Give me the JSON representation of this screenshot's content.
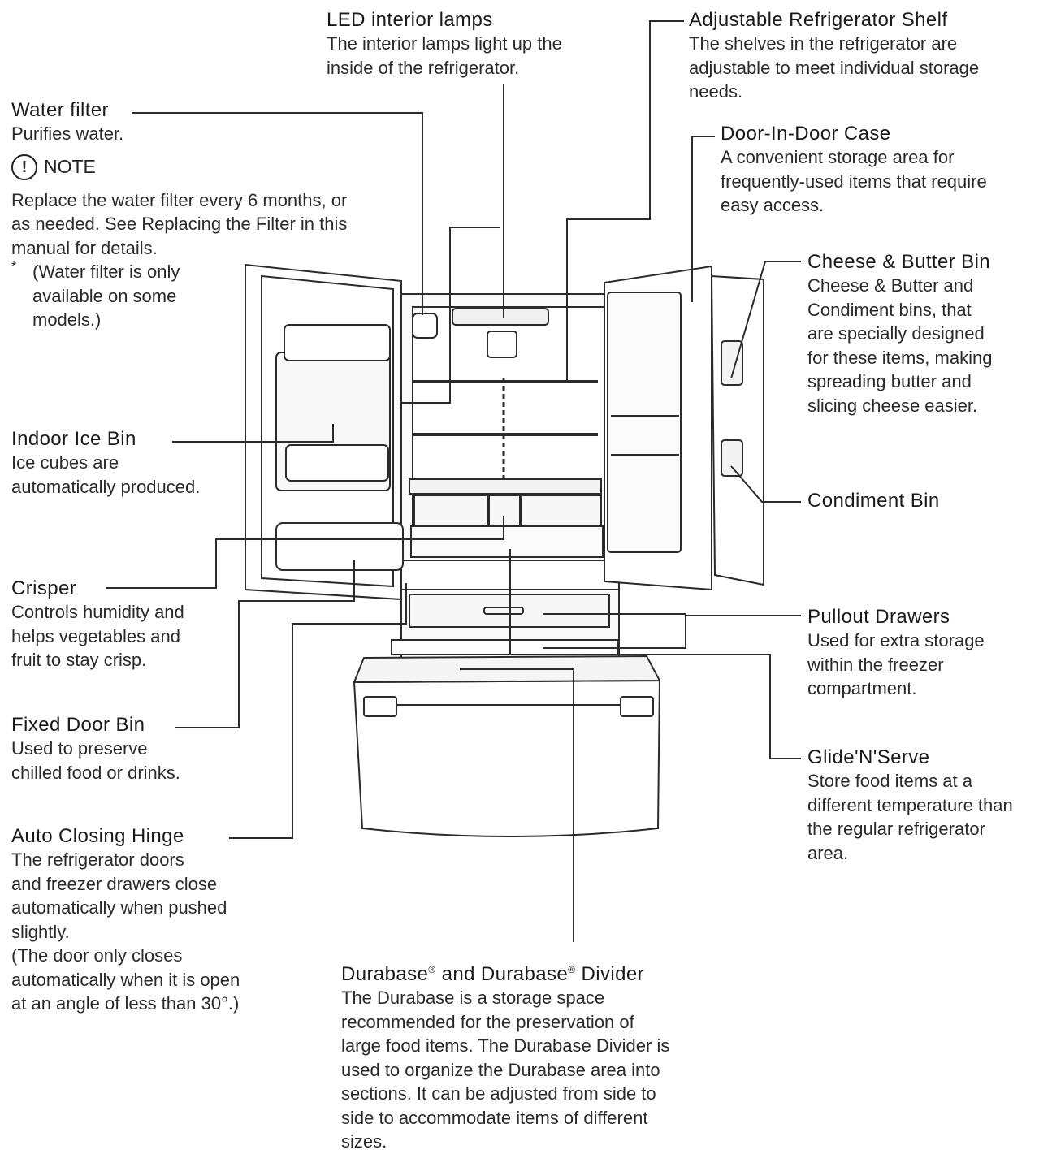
{
  "callouts": {
    "led": {
      "title": "LED interior lamps",
      "text": [
        "The interior lamps light up the",
        "inside of the refrigerator."
      ]
    },
    "shelf": {
      "title": "Adjustable Refrigerator Shelf",
      "text": [
        "The shelves in the refrigerator are",
        "adjustable to meet individual storage",
        "needs."
      ]
    },
    "water": {
      "title": "Water filter",
      "text": [
        "Purifies water."
      ]
    },
    "door_in_door": {
      "title": "Door-In-Door Case",
      "text": [
        "A convenient storage area for",
        "frequently-used items that require",
        "easy access."
      ]
    },
    "cheese": {
      "title": "Cheese & Butter Bin",
      "text": [
        "Cheese & Butter and",
        "Condiment bins, that",
        "are specially designed",
        "for these items, making",
        "spreading butter and",
        "slicing cheese easier."
      ]
    },
    "ice": {
      "title": "Indoor Ice Bin",
      "text": [
        "Ice cubes are",
        "automatically produced."
      ]
    },
    "condiment": {
      "title": "Condiment Bin",
      "text": []
    },
    "crisper": {
      "title": "Crisper",
      "text": [
        "Controls humidity and",
        "helps vegetables and",
        "fruit to stay crisp."
      ]
    },
    "pullout": {
      "title": "Pullout Drawers",
      "text": [
        "Used for extra storage",
        "within the freezer",
        "compartment."
      ]
    },
    "fixed": {
      "title": "Fixed Door Bin",
      "text": [
        "Used to preserve",
        "chilled food or drinks."
      ]
    },
    "glide": {
      "title": "Glide'N'Serve",
      "text": [
        "Store food items at a",
        "different temperature than",
        "the regular refrigerator",
        "area."
      ]
    },
    "hinge": {
      "title": "Auto Closing Hinge",
      "text": [
        "The refrigerator doors",
        "and freezer drawers close",
        "automatically when pushed",
        "slightly.",
        "(The door only closes",
        "automatically when it is open",
        "at an angle of less than 30°.)"
      ]
    },
    "durabase": {
      "title_a": "Durabase",
      "reg": "®",
      "title_b": " and Durabase",
      "title_c": " Divider",
      "text": [
        "The Durabase is a storage space",
        "recommended for the preservation of",
        "large food items. The Durabase Divider is",
        "used to organize the Durabase area into",
        "sections. It can be adjusted from side to",
        "side to accommodate items of different",
        "sizes."
      ]
    }
  },
  "note": {
    "icon": "!",
    "label": "NOTE",
    "text": [
      "Replace the water filter every 6 months, or",
      "as needed. See Replacing the Filter in this",
      "manual for details."
    ],
    "star": "*",
    "star_text": [
      "(Water filter is only",
      "available on some",
      "models.)"
    ]
  },
  "colors": {
    "line": "#2b2b2b",
    "fill": "#ffffff",
    "shade": "#eeeeee"
  }
}
